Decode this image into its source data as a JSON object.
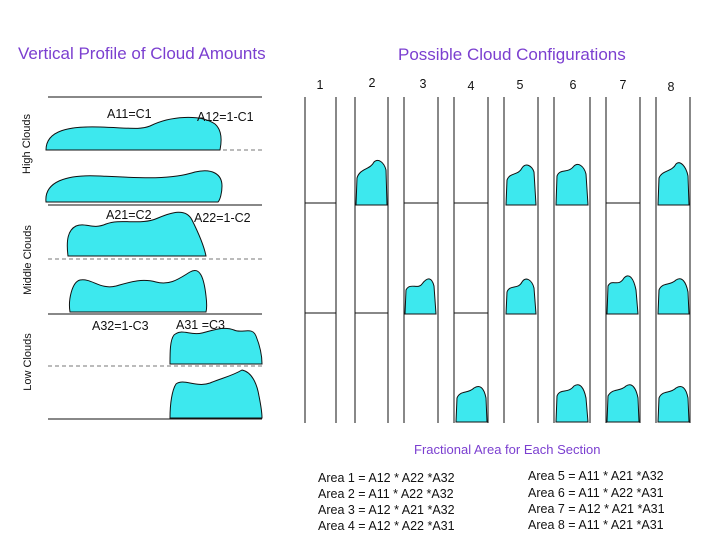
{
  "left_panel": {
    "title": "Vertical Profile of Cloud Amounts",
    "row_labels": {
      "high": "High Clouds",
      "middle": "Middle Clouds",
      "low": "Low Clouds"
    },
    "area_labels": {
      "a11": "A11=C1",
      "a12": "A12=1-C1",
      "a21": "A21=C2",
      "a22": "A22=1-C2",
      "a32": "A32=1-C3",
      "a31": "A31 =C3"
    }
  },
  "right_panel": {
    "title": "Possible Cloud Configurations",
    "columns": [
      "1",
      "2",
      "3",
      "4",
      "5",
      "6",
      "7",
      "8"
    ]
  },
  "fractional": {
    "title": "Fractional Area for Each Section",
    "left_formulas": [
      "Area 1 = A12 * A22 *A32",
      "Area 2 = A11 * A22 *A32",
      "Area 3 = A12 * A21 *A32",
      "Area 4 = A12 * A22 *A31"
    ],
    "right_formulas": [
      "Area 5 = A11 * A21 *A32",
      "Area 6 = A11 * A22 *A31",
      "Area 7 = A12 * A21 *A31",
      "Area 8 = A11 * A21 *A31"
    ]
  },
  "colors": {
    "cloud_fill": "#3de8ee",
    "title": "#7b3fd0",
    "line": "#222222"
  }
}
